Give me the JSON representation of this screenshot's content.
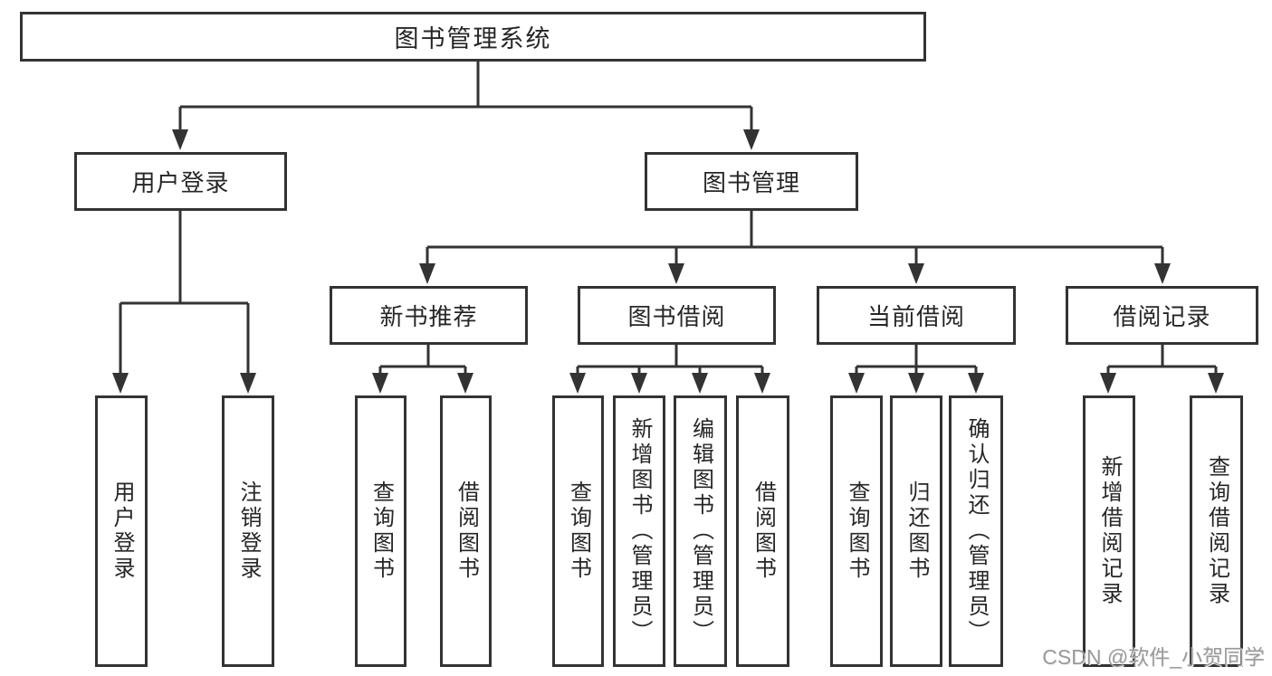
{
  "tree": {
    "label": "图书管理系统",
    "children": [
      {
        "label": "用户登录",
        "children": [
          {
            "label": "用户登录"
          },
          {
            "label": "注销登录"
          }
        ]
      },
      {
        "label": "图书管理",
        "children": [
          {
            "label": "新书推荐",
            "children": [
              {
                "label": "查询图书"
              },
              {
                "label": "借阅图书"
              }
            ]
          },
          {
            "label": "图书借阅",
            "children": [
              {
                "label": "查询图书"
              },
              {
                "label": "新增图书（管理员）"
              },
              {
                "label": "编辑图书（管理员）"
              },
              {
                "label": "借阅图书"
              }
            ]
          },
          {
            "label": "当前借阅",
            "children": [
              {
                "label": "查询图书"
              },
              {
                "label": "归还图书"
              },
              {
                "label": "确认归还（管理员）"
              }
            ]
          },
          {
            "label": "借阅记录",
            "children": [
              {
                "label": "新增借阅记录"
              },
              {
                "label": "查询借阅记录"
              }
            ]
          }
        ]
      }
    ]
  },
  "watermark": "CSDN @软件_小贺同学",
  "colors": {
    "line": "#333333",
    "box_border": "#333333",
    "text": "#262626",
    "watermark": "#9a9a9a",
    "background": "#ffffff"
  }
}
